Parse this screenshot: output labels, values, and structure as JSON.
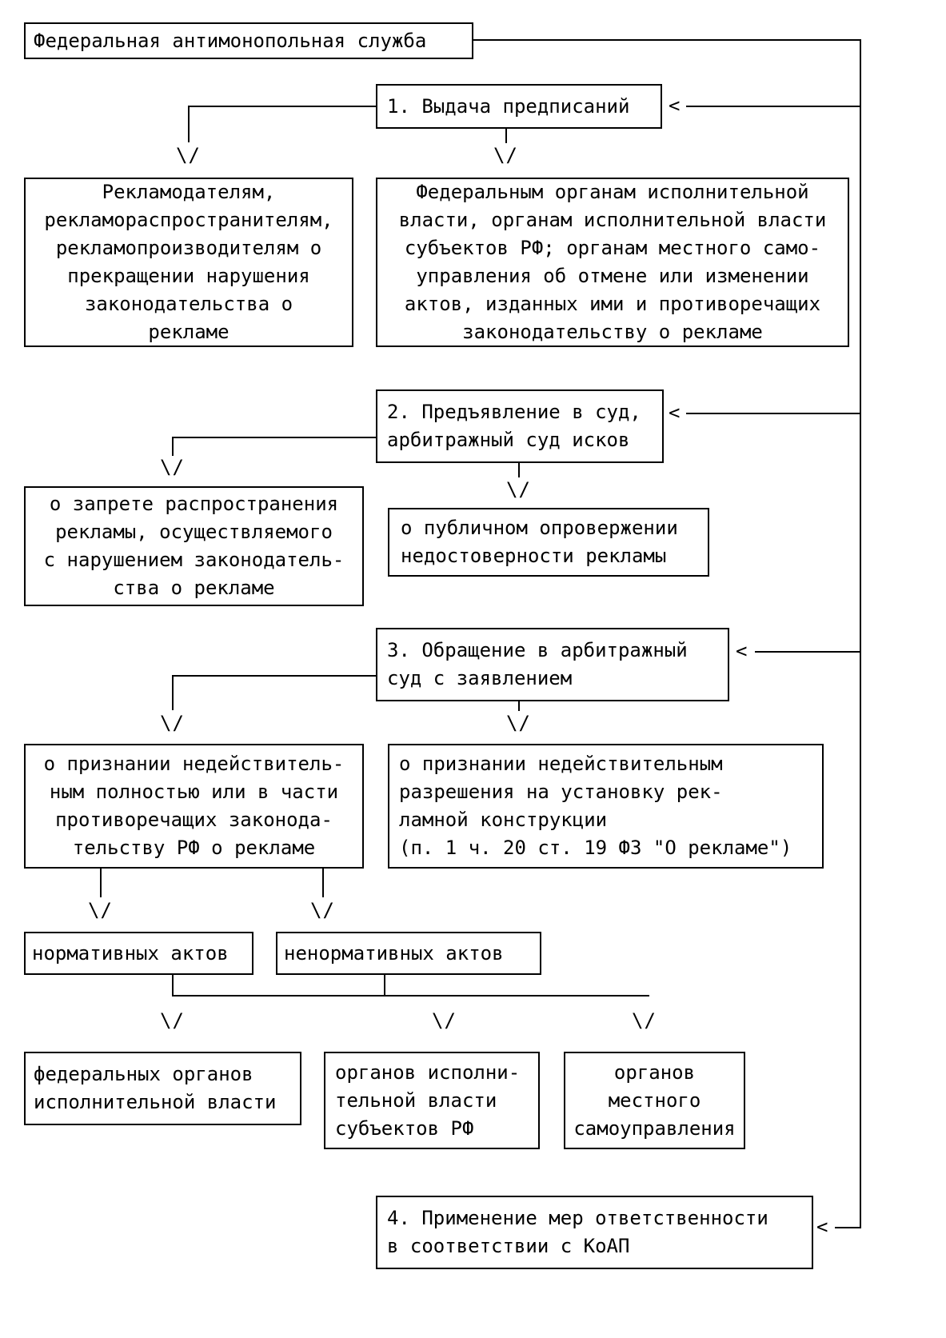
{
  "icons": {
    "arrow_down": "\\/",
    "arrow_left": "<"
  },
  "root": {
    "label": "Федеральная антимонопольная служба"
  },
  "section1": {
    "title": "1. Выдача предписаний",
    "left": "Рекламодателям,\nрекламораспространителям,\nрекламопроизводителям о\nпрекращении нарушения\nзаконодательства о\nрекламе",
    "right": "Федеральным органам исполнительной\nвласти, органам исполнительной власти\nсубъектов РФ; органам местного само-\nуправления об отмене или изменении\nактов, изданных ими и противоречащих\nзаконодательству о рекламе"
  },
  "section2": {
    "title": "2. Предъявление в суд,\nарбитражный суд исков",
    "left": "о запрете распространения\nрекламы, осуществляемого\nс нарушением законодатель-\nства о рекламе",
    "right": "о публичном опровержении\nнедостоверности рекламы"
  },
  "section3": {
    "title": "3. Обращение в арбитражный\nсуд с заявлением",
    "left": "о признании недействитель-\nным полностью или в части\nпротиворечащих законода-\nтельству РФ о рекламе",
    "right": "о признании недействительным\nразрешения на установку рек-\nламной конструкции\n(п. 1 ч. 20 ст. 19 ФЗ \"О рекламе\")",
    "acts_normative": "нормативных актов",
    "acts_nonnormative": "ненормативных актов",
    "bodies_federal": "федеральных органов\nисполнительной власти",
    "bodies_regional": "органов исполни-\nтельной власти\nсубъектов РФ",
    "bodies_local": "органов\nместного\nсамоуправления"
  },
  "section4": {
    "title": "4. Применение мер ответственности\nв соответствии с КоАП"
  },
  "colors": {
    "line": "#000000",
    "background": "#ffffff"
  }
}
